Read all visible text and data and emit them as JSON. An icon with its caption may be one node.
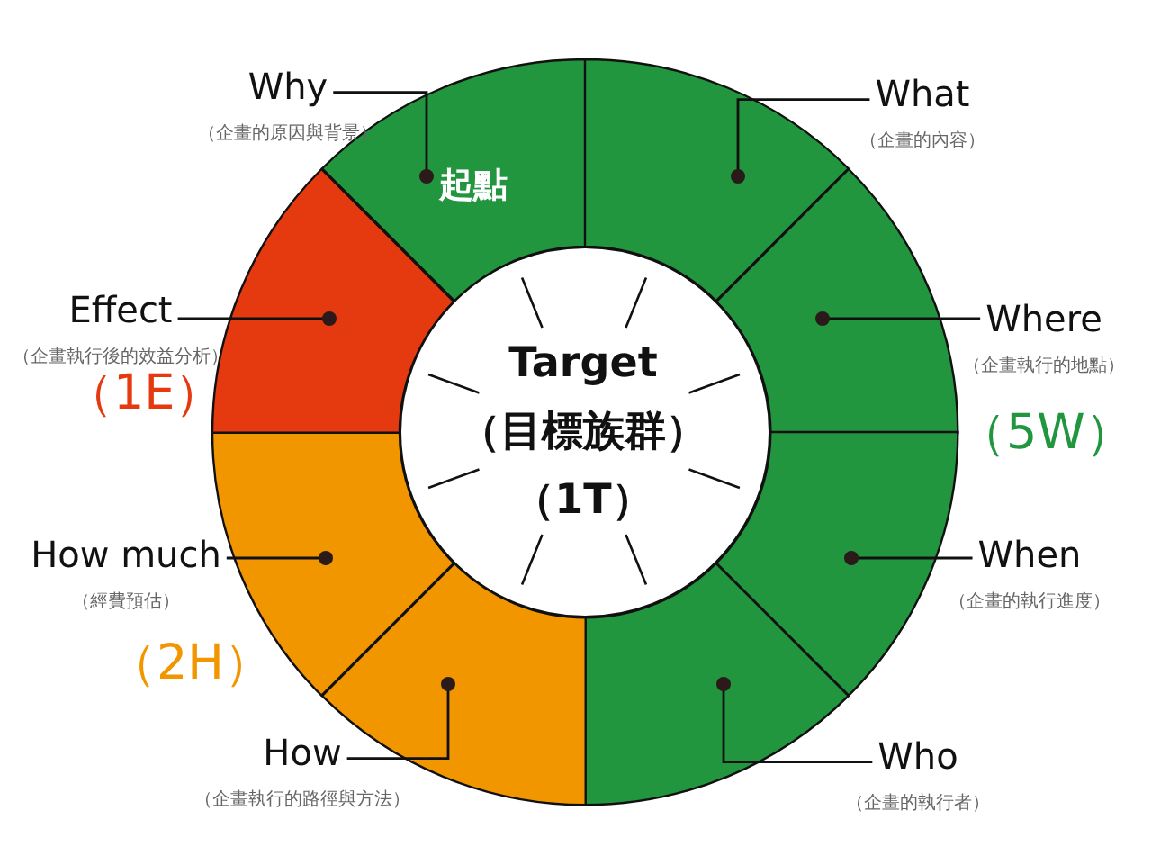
{
  "diagram": {
    "nodes": [
      {
        "text": [
          "Target",
          "（目標族群）",
          "（1T）"
        ]
      },
      {
        "text": [
          "起點"
        ]
      },
      {
        "text": [],
        "shape": "wedge"
      },
      {
        "text": [],
        "shape": "wedge"
      },
      {
        "text": [],
        "shape": "wedge"
      },
      {
        "text": [],
        "shape": "wedge"
      },
      {
        "text": [],
        "shape": "wedge"
      },
      {
        "text": [],
        "shape": "wedge"
      },
      {
        "text": [],
        "shape": "wedge"
      },
      {
        "text": [
          "Why",
          "（企畫的原因與背景）"
        ]
      },
      {
        "text": [
          "What",
          "（企畫的內容）"
        ]
      },
      {
        "text": [
          "Where",
          "（企畫執行的地點）"
        ]
      },
      {
        "text": [
          "When",
          "（企畫的執行進度）"
        ]
      },
      {
        "text": [
          "Who",
          "（企畫的執行者）"
        ]
      },
      {
        "text": [
          "How",
          "（企畫執行的路徑與方法）"
        ]
      },
      {
        "text": [
          "How much",
          "（經費預估）"
        ]
      },
      {
        "text": [
          "Effect",
          "（企畫執行後的效益分析）"
        ]
      }
    ],
    "edges": [
      {
        "from": 9,
        "to": 1,
        "arrow": "other"
      },
      {
        "from": 10,
        "to": 2,
        "arrow": "other"
      },
      {
        "from": 11,
        "to": 3,
        "arrow": "other"
      },
      {
        "from": 12,
        "to": 4,
        "arrow": "other"
      },
      {
        "from": 13,
        "to": 5,
        "arrow": "other"
      },
      {
        "from": 14,
        "to": 6,
        "arrow": "other"
      },
      {
        "from": 15,
        "to": 7,
        "arrow": "other"
      },
      {
        "from": 16,
        "to": 8,
        "arrow": "other"
      }
    ],
    "labels": [
      "（1E）",
      "（5W）",
      "（2H）"
    ]
  }
}
